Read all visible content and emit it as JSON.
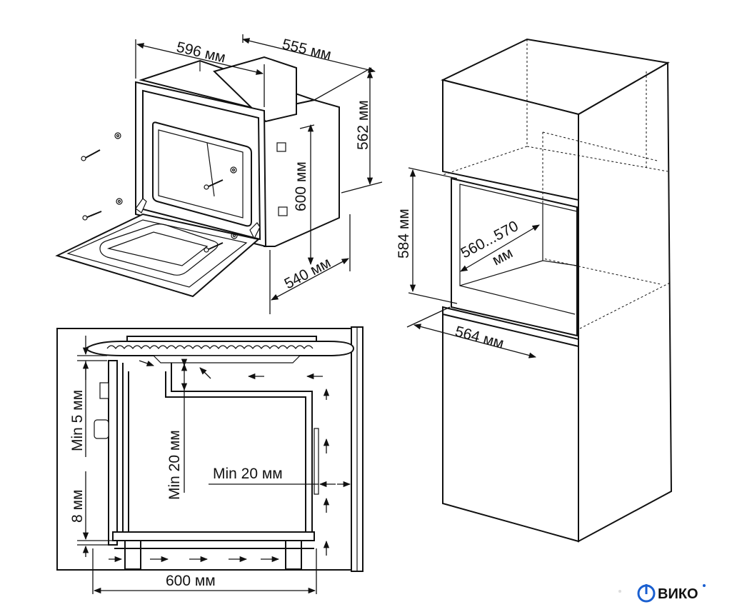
{
  "oven_view": {
    "width_label": "596 мм",
    "depth_label": "555 мм",
    "height_label": "562 мм",
    "front_height_label": "600 мм",
    "body_depth_label": "540 мм"
  },
  "cabinet_view": {
    "niche_height_label": "584 мм",
    "niche_width_label_1": "560...570",
    "niche_width_label_2": "мм",
    "niche_depth_label": "564 мм"
  },
  "section_view": {
    "top_gap_label": "Min 5 мм",
    "bottom_gap_label": "8 мм",
    "inner_gap_label": "Min 20 мм",
    "back_gap_label": "Min 20 мм",
    "width_label": "600 мм"
  },
  "logo": {
    "text": "ВИКО",
    "color": "#1a5fd0"
  }
}
